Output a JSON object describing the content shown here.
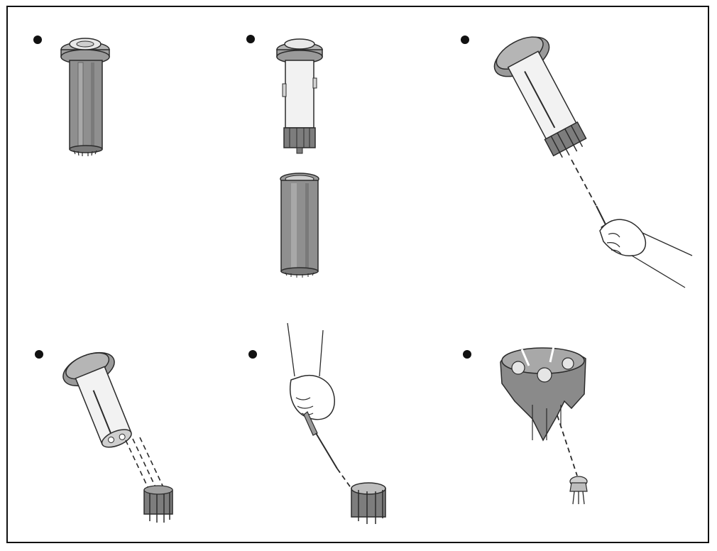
{
  "diagram": {
    "steps": [
      {
        "id": 1,
        "marker": "bullet",
        "depicts": "assembled-filter-cartridge"
      },
      {
        "id": 2,
        "marker": "bullet",
        "depicts": "inner-core-separated-from-housing"
      },
      {
        "id": 3,
        "marker": "bullet",
        "depicts": "screwdriver-inserted-into-cartridge"
      },
      {
        "id": 4,
        "marker": "bullet",
        "depicts": "end-cap-pulled-off-core"
      },
      {
        "id": 5,
        "marker": "bullet",
        "depicts": "screwdriver-on-end-cap"
      },
      {
        "id": 6,
        "marker": "bullet",
        "depicts": "valve-removed-from-end-cap"
      }
    ],
    "colors": {
      "outline": "#2b2b2b",
      "housing": "#8f8f8f",
      "housing_dark": "#6e6e6e",
      "glass": "#f2f2f2",
      "cap": "#a9a9a9",
      "frame": "#111111"
    }
  }
}
